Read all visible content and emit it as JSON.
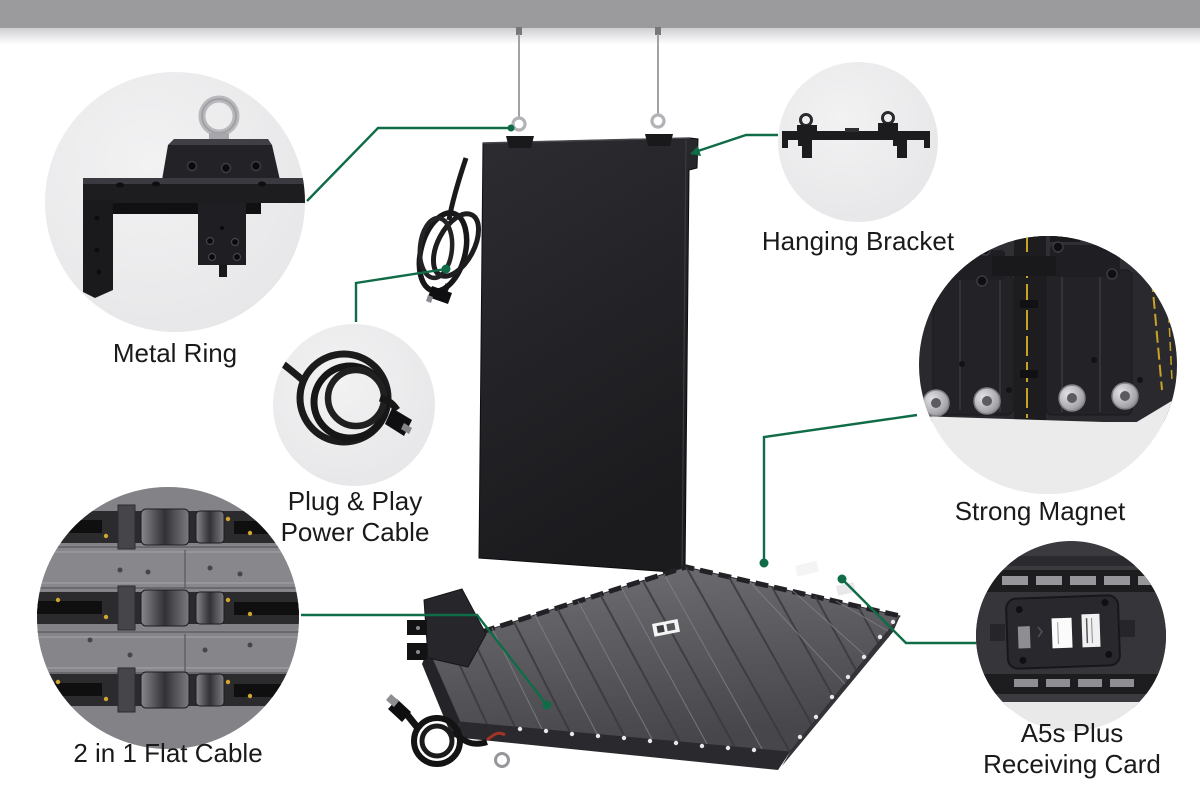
{
  "colors": {
    "callout_line": "#0f6c46",
    "callout_marker": "#0f6c46"
  },
  "callouts": {
    "metal_ring": {
      "label": "Metal Ring"
    },
    "hanging_bracket": {
      "label": "Hanging Bracket"
    },
    "plug_play_power_cable": {
      "label_line1": "Plug & Play",
      "label_line2": "Power Cable"
    },
    "strong_magnet": {
      "label": "Strong Magnet"
    },
    "two_in_one_flat_cable": {
      "label": "2 in 1 Flat Cable"
    },
    "a5s_receiving_card": {
      "label_line1": "A5s Plus",
      "label_line2": "Receiving Card"
    }
  }
}
